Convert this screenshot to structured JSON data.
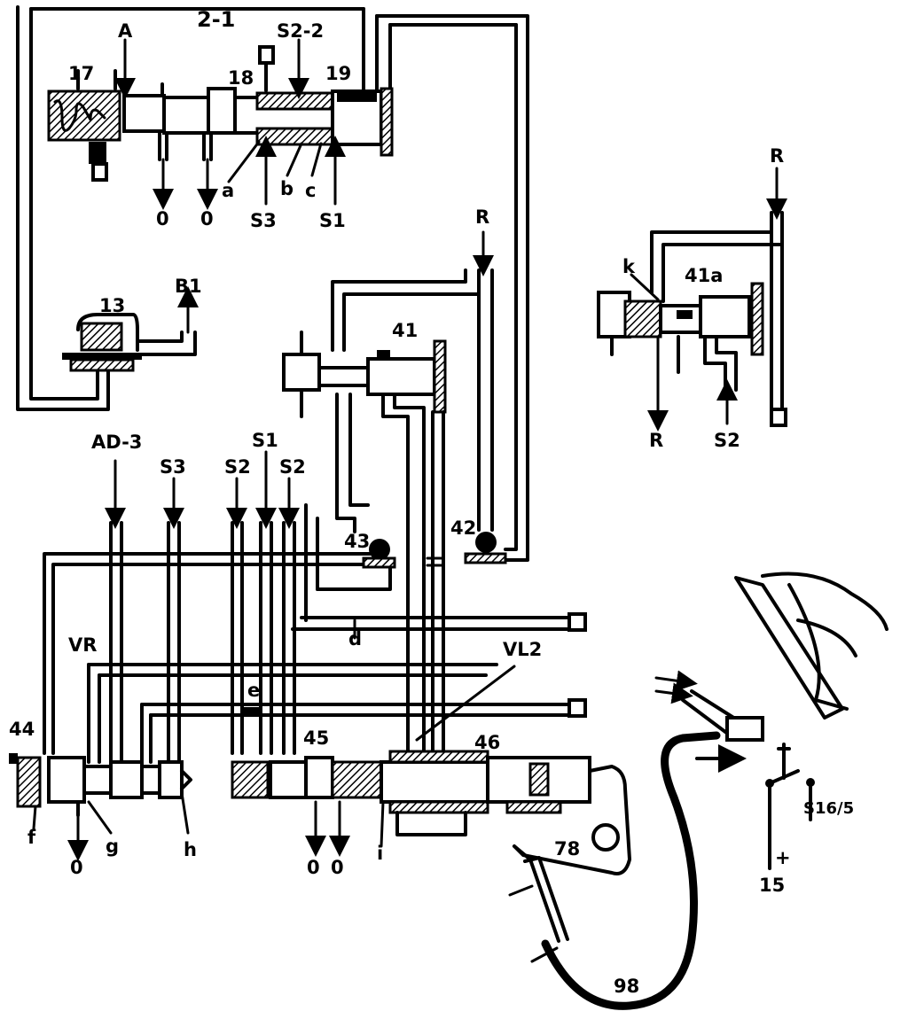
{
  "labels": {
    "title": "2-1",
    "a_top": "A",
    "n17": "17",
    "n18": "18",
    "n19": "19",
    "s2_2": "S2-2",
    "port_0_a": "0",
    "port_0_b": "0",
    "s3_top": "S3",
    "s1_top": "S1",
    "a_small": "a",
    "b_small": "b",
    "c_small": "c",
    "n13": "13",
    "b1": "B1",
    "r_mid": "R",
    "n41": "41",
    "r_right_top": "R",
    "k_small": "k",
    "n41a": "41a",
    "r_right_bottom": "R",
    "s2_right": "S2",
    "ad3": "AD-3",
    "s3_mid": "S3",
    "s2_mid_a": "S2",
    "s1_mid": "S1",
    "s2_mid_b": "S2",
    "n43": "43",
    "n42": "42",
    "d_small": "d",
    "vr": "VR",
    "vl2": "VL2",
    "e_small": "e",
    "n44": "44",
    "n45": "45",
    "n46": "46",
    "f_small": "f",
    "g_small": "g",
    "h_small": "h",
    "port_0_c": "0",
    "port_0_d": "0",
    "port_0_e": "0",
    "i_small": "i",
    "n78": "78",
    "n98": "98",
    "s16_5": "S16/5",
    "plus": "+",
    "n15": "15"
  }
}
